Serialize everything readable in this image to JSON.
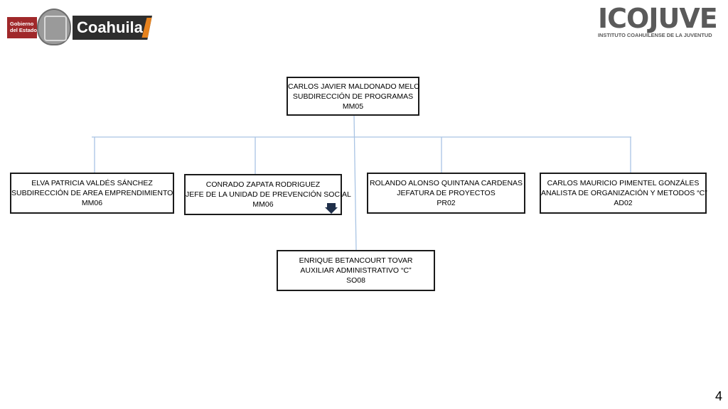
{
  "header": {
    "gov_logo": {
      "line1": "Gobierno",
      "line2": "del Estado",
      "state": "Coahuila"
    },
    "org_logo": {
      "name": "ICOJUVE",
      "fullname": "INSTITUTO COAHUILENSE DE LA JUVENTUD"
    }
  },
  "org_chart": {
    "top": {
      "name": "CARLOS JAVIER MALDONADO MELO",
      "title": "SUBDIRECCIÓN DE PROGRAMAS",
      "code": "MM05"
    },
    "staff": {
      "name": "ENRIQUE BETANCOURT TOVAR",
      "title": "AUXILIAR ADMINISTRATIVO “C”",
      "code": "SO08"
    },
    "subordinates": [
      {
        "name": "ELVA PATRICIA VALDÉS SÁNCHEZ",
        "title": "SUBDIRECCIÓN DE AREA  EMPRENDIMIENTO",
        "code": "MM06"
      },
      {
        "name": "CONRADO ZAPATA RODRIGUEZ",
        "title": "JEFE DE LA UNIDAD DE PREVENCIÓN SOCIAL",
        "code": "MM06"
      },
      {
        "name": "ROLANDO ALONSO QUINTANA CARDENAS",
        "title": "JEFATURA  DE PROYECTOS",
        "code": "PR02"
      },
      {
        "name": "CARLOS MAURICIO PIMENTEL GONZÁLES",
        "title": "ANALISTA DE ORGANIZACIÓN Y METODOS “C”",
        "code": "AD02"
      }
    ],
    "line_color": "#a9c4e4"
  },
  "page_number": "4"
}
